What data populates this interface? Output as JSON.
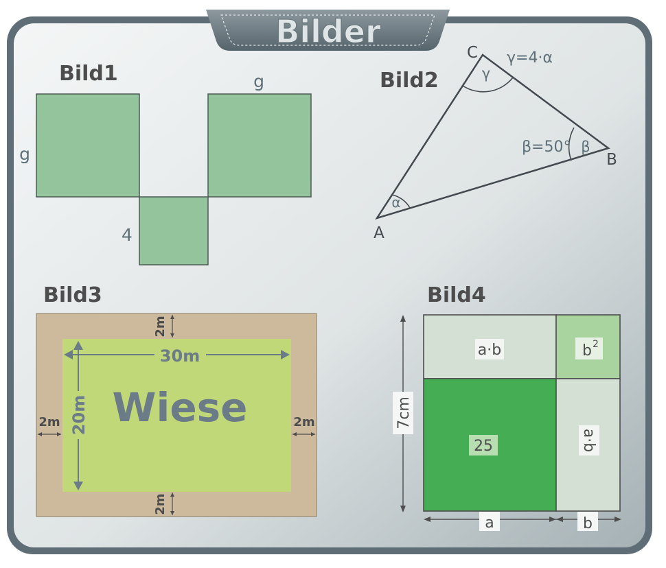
{
  "board": {
    "title": "Bilder",
    "colors": {
      "frame": "#5f6e76",
      "panel_light": "#eef1f2",
      "panel_dark": "#a9b4b8"
    }
  },
  "bild1": {
    "heading": "Bild1",
    "label_g_left": "g",
    "label_g_top": "g",
    "label_4": "4",
    "color": "#93c49c"
  },
  "bild2": {
    "heading": "Bild2",
    "vertex_a": "A",
    "vertex_b": "B",
    "vertex_c": "C",
    "angle_alpha": "α",
    "angle_beta": "β",
    "angle_gamma": "γ",
    "gamma_relation": "γ=4·α",
    "beta_value": "β=50°"
  },
  "bild3": {
    "heading": "Bild3",
    "meadow_label": "Wiese",
    "length": "30m",
    "width": "20m",
    "border_top": "2m",
    "border_bottom": "2m",
    "border_left": "2m",
    "border_right": "2m",
    "colors": {
      "path": "#cdb99b",
      "meadow": "#c1d878",
      "text": "#6b7b87"
    }
  },
  "bild4": {
    "heading": "Bild4",
    "cell_ab_top": "a·b",
    "cell_b2_base": "b",
    "cell_b2_exp": "2",
    "cell_25": "25",
    "cell_ab_right": "a·b",
    "side_height": "7cm",
    "side_a": "a",
    "side_b": "b",
    "colors": {
      "light": "#d5e0d5",
      "green_light": "#a9d39f",
      "green_dark": "#45ae55"
    }
  }
}
